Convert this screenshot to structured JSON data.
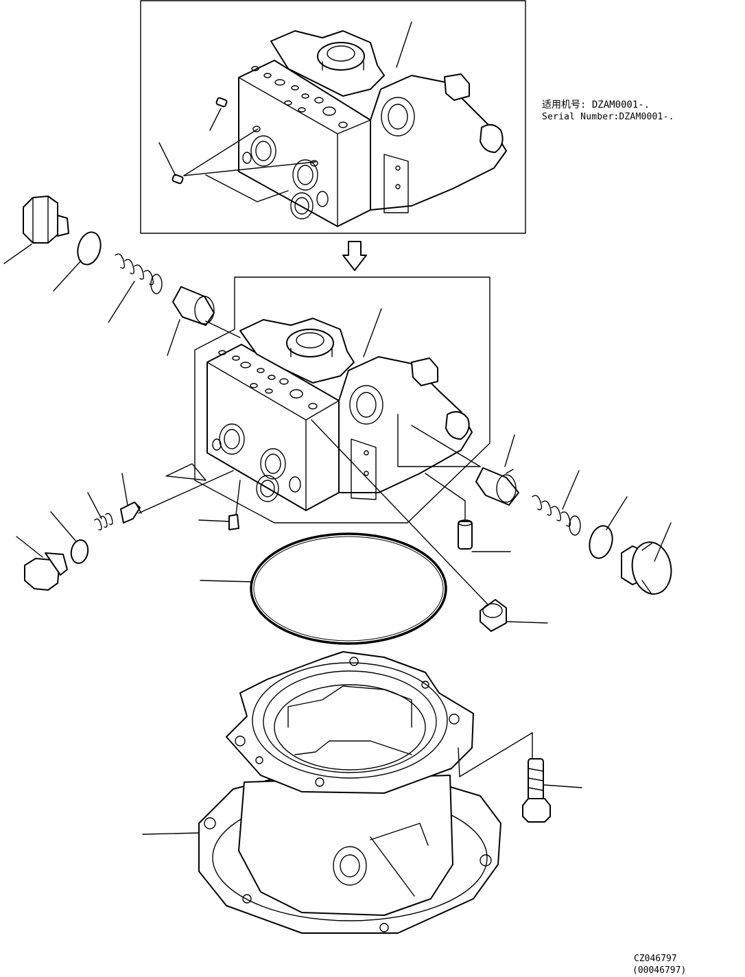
{
  "serial_note": {
    "chinese": "适用机号: DZAM0001-.",
    "english": "Serial Number:DZAM0001-."
  },
  "illustration_codes": {
    "primary": "CZ046797",
    "secondary": "(00046797)"
  },
  "parts": [
    "valve-block-inset",
    "valve-block",
    "plug-left-upper",
    "o-ring-left-upper",
    "spring-left-upper",
    "spool-left",
    "plug-left-lower",
    "o-ring-left-lower",
    "spring-left-lower",
    "check-pin",
    "small-plug",
    "large-o-ring",
    "pin",
    "spool-right",
    "spring-right",
    "o-ring-right",
    "plug-right",
    "bushing",
    "motor-housing",
    "mounting-bolt"
  ]
}
